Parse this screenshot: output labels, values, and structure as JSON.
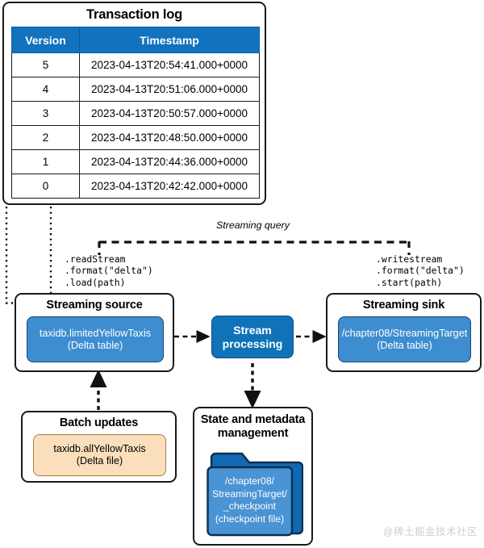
{
  "transaction_log": {
    "title": "Transaction log",
    "columns": [
      "Version",
      "Timestamp"
    ],
    "rows": [
      [
        "5",
        "2023-04-13T20:54:41.000+0000"
      ],
      [
        "4",
        "2023-04-13T20:51:06.000+0000"
      ],
      [
        "3",
        "2023-04-13T20:50:57.000+0000"
      ],
      [
        "2",
        "2023-04-13T20:48:50.000+0000"
      ],
      [
        "1",
        "2023-04-13T20:44:36.000+0000"
      ],
      [
        "0",
        "2023-04-13T20:42:42.000+0000"
      ]
    ]
  },
  "streaming_query": {
    "label": "Streaming query",
    "read_code": ".readStream\n.format(\"delta\")\n.load(path)",
    "write_code": ".writestream\n.format(\"delta\")\n.start(path)"
  },
  "streaming_source": {
    "title": "Streaming source",
    "node_line1": "taxidb.limitedYellowTaxis",
    "node_line2": "(Delta table)"
  },
  "stream_processing": {
    "line1": "Stream",
    "line2": "processing"
  },
  "streaming_sink": {
    "title": "Streaming sink",
    "node_line1": "/chapter08/StreamingTarget",
    "node_line2": "(Delta table)"
  },
  "batch_updates": {
    "title": "Batch updates",
    "node_line1": "taxidb.allYellowTaxis",
    "node_line2": "(Delta file)"
  },
  "state_metadata": {
    "title_line1": "State and metadata",
    "title_line2": "management",
    "folder_line1": "/chapter08/",
    "folder_line2": "StreamingTarget/",
    "folder_line3": "_checkpoint",
    "folder_line4": "(checkpoint file)",
    "folder_icon": "folder-icon"
  },
  "watermark": "@稀土掘金技术社区",
  "colors": {
    "header_blue": "#1272bd",
    "node_blue": "#3d8dd0",
    "process_blue": "#1072b8",
    "folder_back": "#1168b3",
    "folder_front": "#4a93d4",
    "peach": "#fbdfbc",
    "outline": "#1a1a1a"
  }
}
